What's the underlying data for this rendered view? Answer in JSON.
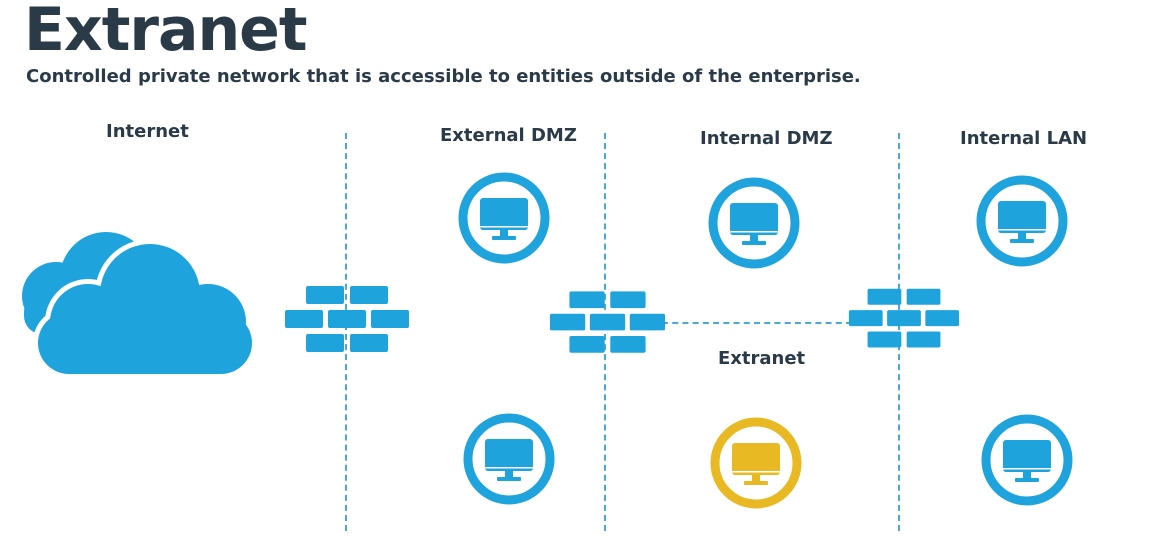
{
  "title": "Extranet",
  "subtitle": "Controlled private network that is accessible to entities outside of the enterprise.",
  "zones": {
    "internet": "Internet",
    "external_dmz": "External DMZ",
    "internal_dmz": "Internal DMZ",
    "internal_lan": "Internal LAN",
    "extranet": "Extranet"
  },
  "colors": {
    "primary": "#1ea3dd",
    "extranet": "#e8b923",
    "text": "#2b3a47",
    "divider": "#4aa8d6"
  },
  "icons": {
    "cloud": "cloud-icon",
    "firewall": "firewall-icon",
    "computer": "computer-icon"
  }
}
